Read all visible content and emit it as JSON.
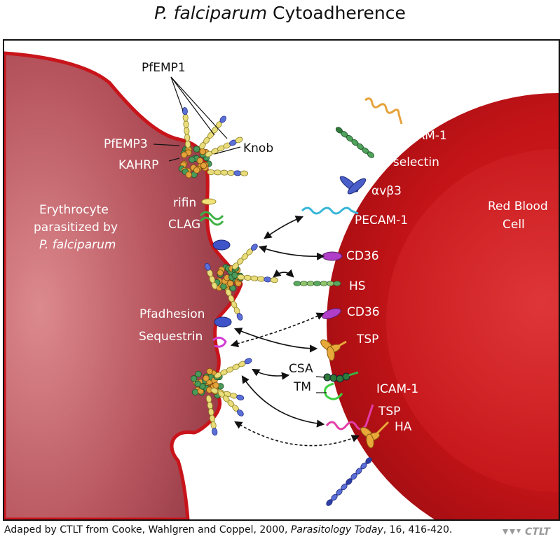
{
  "title": {
    "italic": "P. falciparum",
    "rest": " Cytoadherence"
  },
  "colors": {
    "infected_cell": "#b8565f",
    "rbc": "#c41418",
    "membrane": "#c8141a",
    "knob_green": "#4a9a5a",
    "knob_orange": "#e3a23a",
    "pfemp1_yellow": "#e9dc7a",
    "pfemp1_blue": "#5b6fd8"
  },
  "left_cell": {
    "line1": "Erythrocyte",
    "line2": "parasitized by",
    "line3": "P. falciparum"
  },
  "parasite_labels": {
    "pfemp1": "PfEMP1",
    "pfemp3": "PfEMP3",
    "knob": "Knob",
    "kahrp": "KAHRP",
    "rifin": "rifin",
    "clag": "CLAG",
    "pfadhesion": "Pfadhesion",
    "sequestrin": "Sequestrin"
  },
  "receptors": {
    "vcam1": "VCAM-1",
    "eselectin": "E-selectin",
    "avb3": "αvβ3",
    "pecam1": "PECAM-1",
    "cd36_a": "CD36",
    "hs": "HS",
    "cd36_b": "CD36",
    "tsp_a": "TSP",
    "csa": "CSA",
    "tm": "TM",
    "icam1": "ICAM-1",
    "tsp_b": "TSP",
    "ha": "HA"
  },
  "right_cell": {
    "line1": "Red Blood",
    "line2": "Cell"
  },
  "citation": {
    "prefix": "Adaped by CTLT from Cooke, Wahlgren and Coppel, 2000, ",
    "journal": "Parasitology Today",
    "suffix": ", 16, 416-420."
  },
  "logo": {
    "text": "CTLT"
  }
}
